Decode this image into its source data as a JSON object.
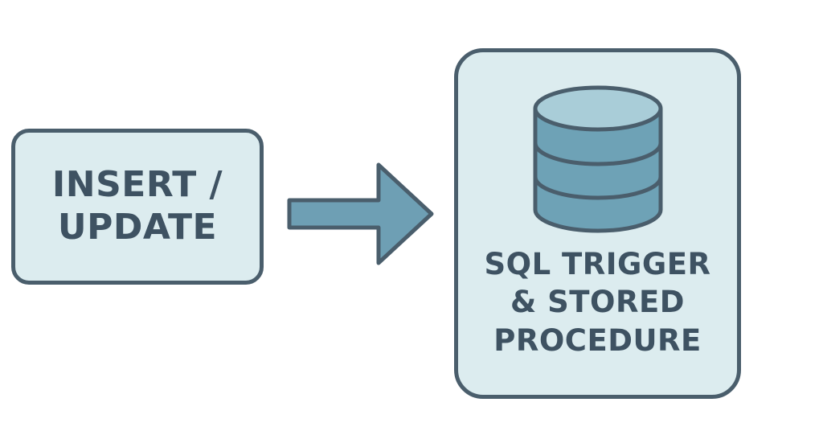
{
  "source_box": {
    "lines": [
      "INSERT /",
      "UPDATE"
    ]
  },
  "target_box": {
    "icon": "database-icon",
    "lines": [
      "SQL TRIGGER",
      "& STORED",
      "PROCEDURE"
    ]
  },
  "connector": {
    "icon": "arrow-right-icon"
  },
  "colors": {
    "box_fill": "#dcecef",
    "box_border": "#4a5e6c",
    "text": "#3e5262",
    "arrow_fill": "#6e9fb4",
    "database_fill": "#6ea2b6"
  }
}
